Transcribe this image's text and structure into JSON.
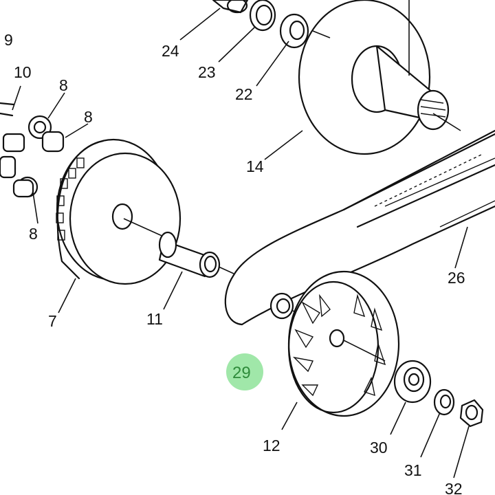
{
  "diagram": {
    "colors": {
      "line": "#111111",
      "background": "#ffffff",
      "highlight_fill": "#8fe39a",
      "highlight_text": "#2e8b3a"
    },
    "labels": {
      "l9": "9",
      "l10": "10",
      "l8a": "8",
      "l8b": "8",
      "l8c": "8",
      "l7": "7",
      "l11": "11",
      "l12": "12",
      "l14": "14",
      "l22": "22",
      "l23": "23",
      "l24": "24",
      "l26": "26",
      "l29": "29",
      "l30": "30",
      "l31": "31",
      "l32": "32"
    },
    "highlighted_part": "29"
  }
}
